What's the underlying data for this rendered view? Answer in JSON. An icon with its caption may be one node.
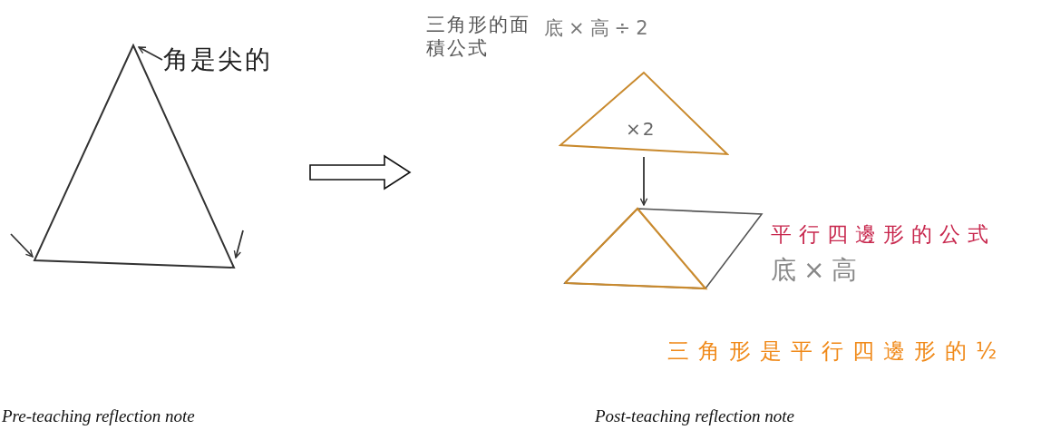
{
  "diagram": {
    "nodes": [
      {
        "text": [],
        "shape": "triangle"
      },
      {
        "text": [
          "角是尖的"
        ]
      },
      {
        "text": [
          "三角形的面積公式"
        ]
      },
      {
        "text": [
          "底×高÷2"
        ]
      },
      {
        "text": [
          "×2"
        ]
      },
      {
        "text": [],
        "shape": "parallelogram"
      },
      {
        "text": [
          "平行四邊形的公式"
        ]
      },
      {
        "text": [
          "底×高"
        ]
      },
      {
        "text": [
          "三角形是平行四邊形的½"
        ]
      }
    ],
    "edges": [
      {
        "from": 1,
        "to": 0,
        "arrow": "to"
      },
      {
        "from": null,
        "to": 0,
        "arrow": "to"
      },
      {
        "from": null,
        "to": 0,
        "arrow": "to"
      },
      {
        "from": 4,
        "to": 5,
        "arrow": "to"
      }
    ],
    "labels": [
      "Pre-teaching reflection note",
      "Post-teaching reflection note"
    ]
  }
}
